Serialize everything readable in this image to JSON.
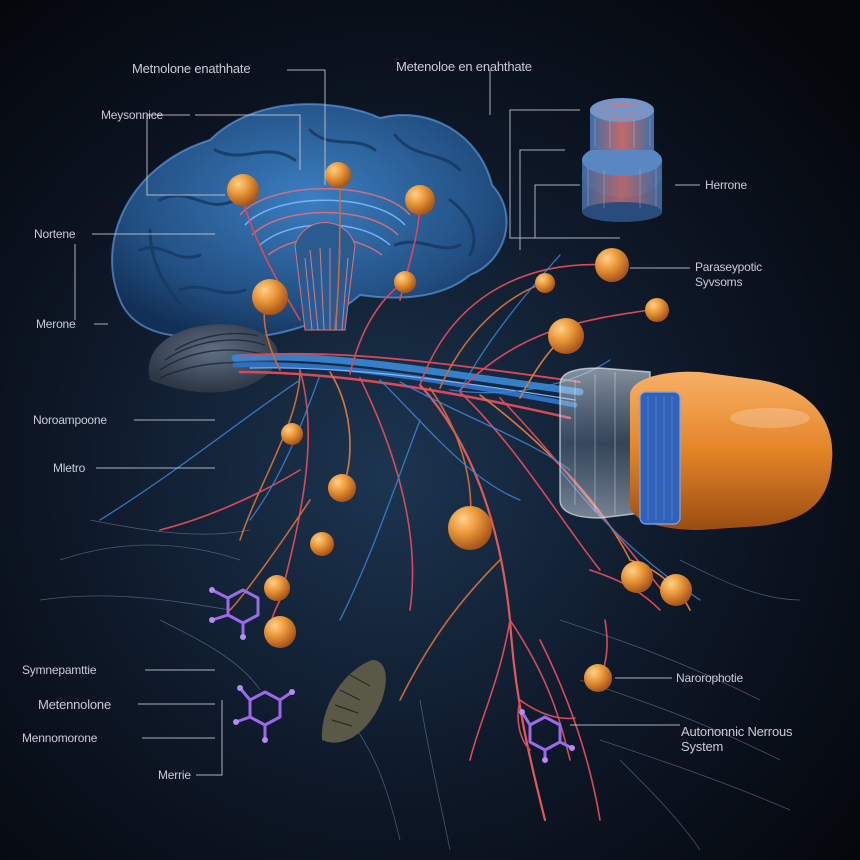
{
  "labels": {
    "metenolone_enanthate_1": "Metnolone enathhate",
    "metenolone_enanthate_2": "Metenoloe en enahthate",
    "top_left": "Meysonnice",
    "hormone": "Herrone",
    "parasympathetic": "Paraseypotic\nSyvsoms",
    "nortene": "Nortene",
    "morone": "Merone",
    "noroampone": "Noroampoone",
    "metro": "Mletro",
    "sympathetic": "Symnepamttie",
    "metenolone": "Metennolone",
    "mennomorone": "Mennomorone",
    "merrie": "Merrie",
    "neurophotic": "Narorophotie",
    "autonomic": "Autononnic Nerrous\nSystem"
  },
  "colors": {
    "background": "#07090f",
    "brain": "#2d6aa8",
    "nerve_red": "#d84a5a",
    "nerve_blue": "#3a8ad8",
    "droplet": "#e8902e",
    "molecule": "#9a6ae8",
    "capsule": "#e88a2a"
  }
}
